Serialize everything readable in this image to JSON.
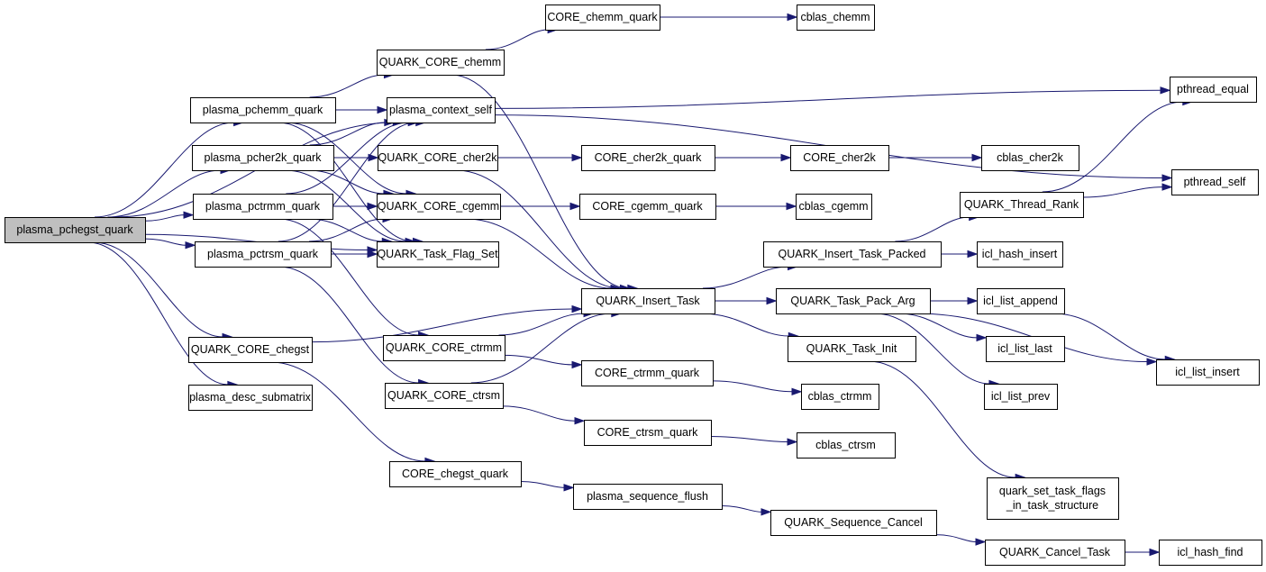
{
  "title": "plasma_pchegst_quark call graph",
  "colors": {
    "edge": "#191970",
    "node_border": "#000000",
    "root_fill": "#bfbfbf",
    "node_fill": "#ffffff"
  },
  "nodes": [
    {
      "id": "plasma_pchegst_quark",
      "lines": [
        "plasma_pchegst_quark"
      ],
      "root": true
    },
    {
      "id": "plasma_pchemm_quark",
      "lines": [
        "plasma_pchemm_quark"
      ]
    },
    {
      "id": "plasma_pcher2k_quark",
      "lines": [
        "plasma_pcher2k_quark"
      ]
    },
    {
      "id": "plasma_pctrmm_quark",
      "lines": [
        "plasma_pctrmm_quark"
      ]
    },
    {
      "id": "plasma_pctrsm_quark",
      "lines": [
        "plasma_pctrsm_quark"
      ]
    },
    {
      "id": "QUARK_CORE_chegst",
      "lines": [
        "QUARK_CORE_chegst"
      ]
    },
    {
      "id": "plasma_desc_submatrix",
      "lines": [
        "plasma_desc_submatrix"
      ]
    },
    {
      "id": "QUARK_CORE_chemm",
      "lines": [
        "QUARK_CORE_chemm"
      ]
    },
    {
      "id": "plasma_context_self",
      "lines": [
        "plasma_context_self"
      ]
    },
    {
      "id": "QUARK_CORE_cher2k",
      "lines": [
        "QUARK_CORE_cher2k"
      ]
    },
    {
      "id": "QUARK_CORE_cgemm",
      "lines": [
        "QUARK_CORE_cgemm"
      ]
    },
    {
      "id": "QUARK_Task_Flag_Set",
      "lines": [
        "QUARK_Task_Flag_Set"
      ]
    },
    {
      "id": "QUARK_CORE_ctrmm",
      "lines": [
        "QUARK_CORE_ctrmm"
      ]
    },
    {
      "id": "QUARK_CORE_ctrsm",
      "lines": [
        "QUARK_CORE_ctrsm"
      ]
    },
    {
      "id": "CORE_chegst_quark",
      "lines": [
        "CORE_chegst_quark"
      ]
    },
    {
      "id": "CORE_chemm_quark",
      "lines": [
        "CORE_chemm_quark"
      ]
    },
    {
      "id": "CORE_cher2k_quark",
      "lines": [
        "CORE_cher2k_quark"
      ]
    },
    {
      "id": "CORE_cgemm_quark",
      "lines": [
        "CORE_cgemm_quark"
      ]
    },
    {
      "id": "QUARK_Insert_Task",
      "lines": [
        "QUARK_Insert_Task"
      ]
    },
    {
      "id": "CORE_ctrmm_quark",
      "lines": [
        "CORE_ctrmm_quark"
      ]
    },
    {
      "id": "CORE_ctrsm_quark",
      "lines": [
        "CORE_ctrsm_quark"
      ]
    },
    {
      "id": "plasma_sequence_flush",
      "lines": [
        "plasma_sequence_flush"
      ]
    },
    {
      "id": "QUARK_Sequence_Cancel",
      "lines": [
        "QUARK_Sequence_Cancel"
      ]
    },
    {
      "id": "cblas_chemm",
      "lines": [
        "cblas_chemm"
      ]
    },
    {
      "id": "CORE_cher2k",
      "lines": [
        "CORE_cher2k"
      ]
    },
    {
      "id": "cblas_cgemm",
      "lines": [
        "cblas_cgemm"
      ]
    },
    {
      "id": "QUARK_Insert_Task_Packed",
      "lines": [
        "QUARK_Insert_Task_Packed"
      ]
    },
    {
      "id": "QUARK_Task_Pack_Arg",
      "lines": [
        "QUARK_Task_Pack_Arg"
      ]
    },
    {
      "id": "QUARK_Task_Init",
      "lines": [
        "QUARK_Task_Init"
      ]
    },
    {
      "id": "cblas_ctrmm",
      "lines": [
        "cblas_ctrmm"
      ]
    },
    {
      "id": "cblas_ctrsm",
      "lines": [
        "cblas_ctrsm"
      ]
    },
    {
      "id": "QUARK_Cancel_Task",
      "lines": [
        "QUARK_Cancel_Task"
      ]
    },
    {
      "id": "cblas_cher2k",
      "lines": [
        "cblas_cher2k"
      ]
    },
    {
      "id": "QUARK_Thread_Rank",
      "lines": [
        "QUARK_Thread_Rank"
      ]
    },
    {
      "id": "icl_hash_insert",
      "lines": [
        "icl_hash_insert"
      ]
    },
    {
      "id": "icl_list_append",
      "lines": [
        "icl_list_append"
      ]
    },
    {
      "id": "icl_list_last",
      "lines": [
        "icl_list_last"
      ]
    },
    {
      "id": "icl_list_prev",
      "lines": [
        "icl_list_prev"
      ]
    },
    {
      "id": "quark_set_task_flags_in_task_structure",
      "lines": [
        "quark_set_task_flags",
        "_in_task_structure"
      ]
    },
    {
      "id": "icl_hash_find",
      "lines": [
        "icl_hash_find"
      ]
    },
    {
      "id": "pthread_equal",
      "lines": [
        "pthread_equal"
      ]
    },
    {
      "id": "pthread_self",
      "lines": [
        "pthread_self"
      ]
    },
    {
      "id": "icl_list_insert",
      "lines": [
        "icl_list_insert"
      ]
    }
  ],
  "edges": [
    [
      "plasma_pchegst_quark",
      "plasma_pchemm_quark"
    ],
    [
      "plasma_pchegst_quark",
      "plasma_pcher2k_quark"
    ],
    [
      "plasma_pchegst_quark",
      "plasma_pctrmm_quark"
    ],
    [
      "plasma_pchegst_quark",
      "plasma_pctrsm_quark"
    ],
    [
      "plasma_pchegst_quark",
      "plasma_context_self"
    ],
    [
      "plasma_pchegst_quark",
      "QUARK_Task_Flag_Set"
    ],
    [
      "plasma_pchegst_quark",
      "QUARK_CORE_chegst"
    ],
    [
      "plasma_pchegst_quark",
      "plasma_desc_submatrix"
    ],
    [
      "plasma_pchemm_quark",
      "QUARK_CORE_chemm"
    ],
    [
      "plasma_pchemm_quark",
      "plasma_context_self"
    ],
    [
      "plasma_pchemm_quark",
      "QUARK_CORE_cgemm"
    ],
    [
      "plasma_pchemm_quark",
      "QUARK_Task_Flag_Set"
    ],
    [
      "plasma_pcher2k_quark",
      "plasma_context_self"
    ],
    [
      "plasma_pcher2k_quark",
      "QUARK_CORE_cher2k"
    ],
    [
      "plasma_pcher2k_quark",
      "QUARK_CORE_cgemm"
    ],
    [
      "plasma_pcher2k_quark",
      "QUARK_Task_Flag_Set"
    ],
    [
      "plasma_pctrmm_quark",
      "plasma_context_self"
    ],
    [
      "plasma_pctrmm_quark",
      "QUARK_CORE_cgemm"
    ],
    [
      "plasma_pctrmm_quark",
      "QUARK_Task_Flag_Set"
    ],
    [
      "plasma_pctrmm_quark",
      "QUARK_CORE_ctrmm"
    ],
    [
      "plasma_pctrsm_quark",
      "plasma_context_self"
    ],
    [
      "plasma_pctrsm_quark",
      "QUARK_CORE_cgemm"
    ],
    [
      "plasma_pctrsm_quark",
      "QUARK_Task_Flag_Set"
    ],
    [
      "plasma_pctrsm_quark",
      "QUARK_CORE_ctrsm"
    ],
    [
      "QUARK_CORE_chemm",
      "CORE_chemm_quark"
    ],
    [
      "QUARK_CORE_chemm",
      "QUARK_Insert_Task"
    ],
    [
      "CORE_chemm_quark",
      "cblas_chemm"
    ],
    [
      "plasma_context_self",
      "pthread_equal"
    ],
    [
      "plasma_context_self",
      "pthread_self"
    ],
    [
      "QUARK_CORE_cher2k",
      "CORE_cher2k_quark"
    ],
    [
      "QUARK_CORE_cher2k",
      "QUARK_Insert_Task"
    ],
    [
      "CORE_cher2k_quark",
      "CORE_cher2k"
    ],
    [
      "CORE_cher2k",
      "cblas_cher2k"
    ],
    [
      "QUARK_CORE_cgemm",
      "CORE_cgemm_quark"
    ],
    [
      "QUARK_CORE_cgemm",
      "QUARK_Insert_Task"
    ],
    [
      "CORE_cgemm_quark",
      "cblas_cgemm"
    ],
    [
      "QUARK_CORE_chegst",
      "QUARK_Insert_Task"
    ],
    [
      "QUARK_CORE_chegst",
      "CORE_chegst_quark"
    ],
    [
      "QUARK_CORE_ctrmm",
      "QUARK_Insert_Task"
    ],
    [
      "QUARK_CORE_ctrmm",
      "CORE_ctrmm_quark"
    ],
    [
      "QUARK_CORE_ctrsm",
      "QUARK_Insert_Task"
    ],
    [
      "QUARK_CORE_ctrsm",
      "CORE_ctrsm_quark"
    ],
    [
      "CORE_ctrmm_quark",
      "cblas_ctrmm"
    ],
    [
      "CORE_ctrsm_quark",
      "cblas_ctrsm"
    ],
    [
      "QUARK_Insert_Task",
      "QUARK_Insert_Task_Packed"
    ],
    [
      "QUARK_Insert_Task",
      "QUARK_Task_Pack_Arg"
    ],
    [
      "QUARK_Insert_Task",
      "QUARK_Task_Init"
    ],
    [
      "QUARK_Insert_Task_Packed",
      "QUARK_Thread_Rank"
    ],
    [
      "QUARK_Insert_Task_Packed",
      "icl_hash_insert"
    ],
    [
      "QUARK_Thread_Rank",
      "pthread_equal"
    ],
    [
      "QUARK_Thread_Rank",
      "pthread_self"
    ],
    [
      "QUARK_Task_Pack_Arg",
      "icl_list_append"
    ],
    [
      "QUARK_Task_Pack_Arg",
      "icl_list_last"
    ],
    [
      "QUARK_Task_Pack_Arg",
      "icl_list_prev"
    ],
    [
      "QUARK_Task_Pack_Arg",
      "icl_list_insert"
    ],
    [
      "icl_list_append",
      "icl_list_insert"
    ],
    [
      "QUARK_Task_Init",
      "quark_set_task_flags_in_task_structure"
    ],
    [
      "CORE_chegst_quark",
      "plasma_sequence_flush"
    ],
    [
      "plasma_sequence_flush",
      "QUARK_Sequence_Cancel"
    ],
    [
      "QUARK_Sequence_Cancel",
      "QUARK_Cancel_Task"
    ],
    [
      "QUARK_Cancel_Task",
      "icl_hash_find"
    ]
  ]
}
